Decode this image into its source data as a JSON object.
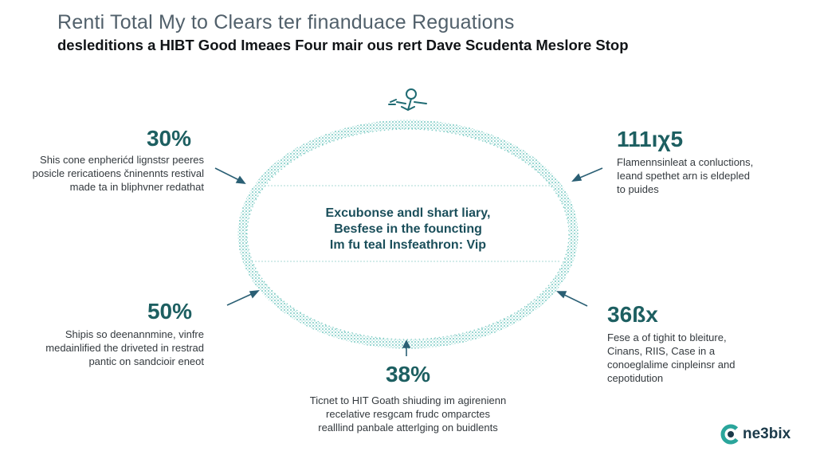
{
  "header": {
    "title": "Renti Total My to Clears ter ﬁnanduace Reguations",
    "subtitle": "desleditions a HIBT Good Imeaes Four mair ous rert Dave Scudenta Meslore Stop"
  },
  "center": {
    "lines": [
      "Excubonse andl shart liary,",
      "Besfese in the founcting",
      "Im fu teal Insfeathron: Vip"
    ]
  },
  "stats": {
    "top_left": {
      "value": "30%",
      "lines": [
        "Shis cone enpherićd lignstsr peeres",
        "posicle rericatioens čninennts restival",
        "made ta in bliphvner redathat"
      ]
    },
    "top_right": {
      "value": "111ıχ5",
      "lines": [
        "Flamennsinleat a conluctions,",
        "Ieand spethet arn is eldepled",
        "to puides"
      ]
    },
    "mid_left": {
      "value": "50%",
      "lines": [
        "Shipis so deenannmine, vinfre",
        "medainlified the driveted in restrad",
        "pantic on sandcioir eneot"
      ]
    },
    "mid_right": {
      "value": "36ßx",
      "lines": [
        "Fese a of tighit to bleiture,",
        "Cinans, RIIS, Case in a",
        "conoeglalime cinpleinsr and",
        "cepotidution"
      ]
    },
    "bottom": {
      "value": "38%",
      "lines": [
        "Ticnet to HIT Goath shiuding im agirenienn",
        "recelative resgcam frudc omparctes",
        "realllind panbale atterlging on buidlents"
      ]
    }
  },
  "icons": {
    "top": "key-figure-icon",
    "brand": "brand-logo-icon"
  },
  "brand": {
    "name": "ne3bix",
    "mark_letter": "C"
  },
  "colors": {
    "accent": "#2aa59b",
    "value": "#1d5f61",
    "arrow": "#2a5f74",
    "ring": "#5fbfb7"
  }
}
